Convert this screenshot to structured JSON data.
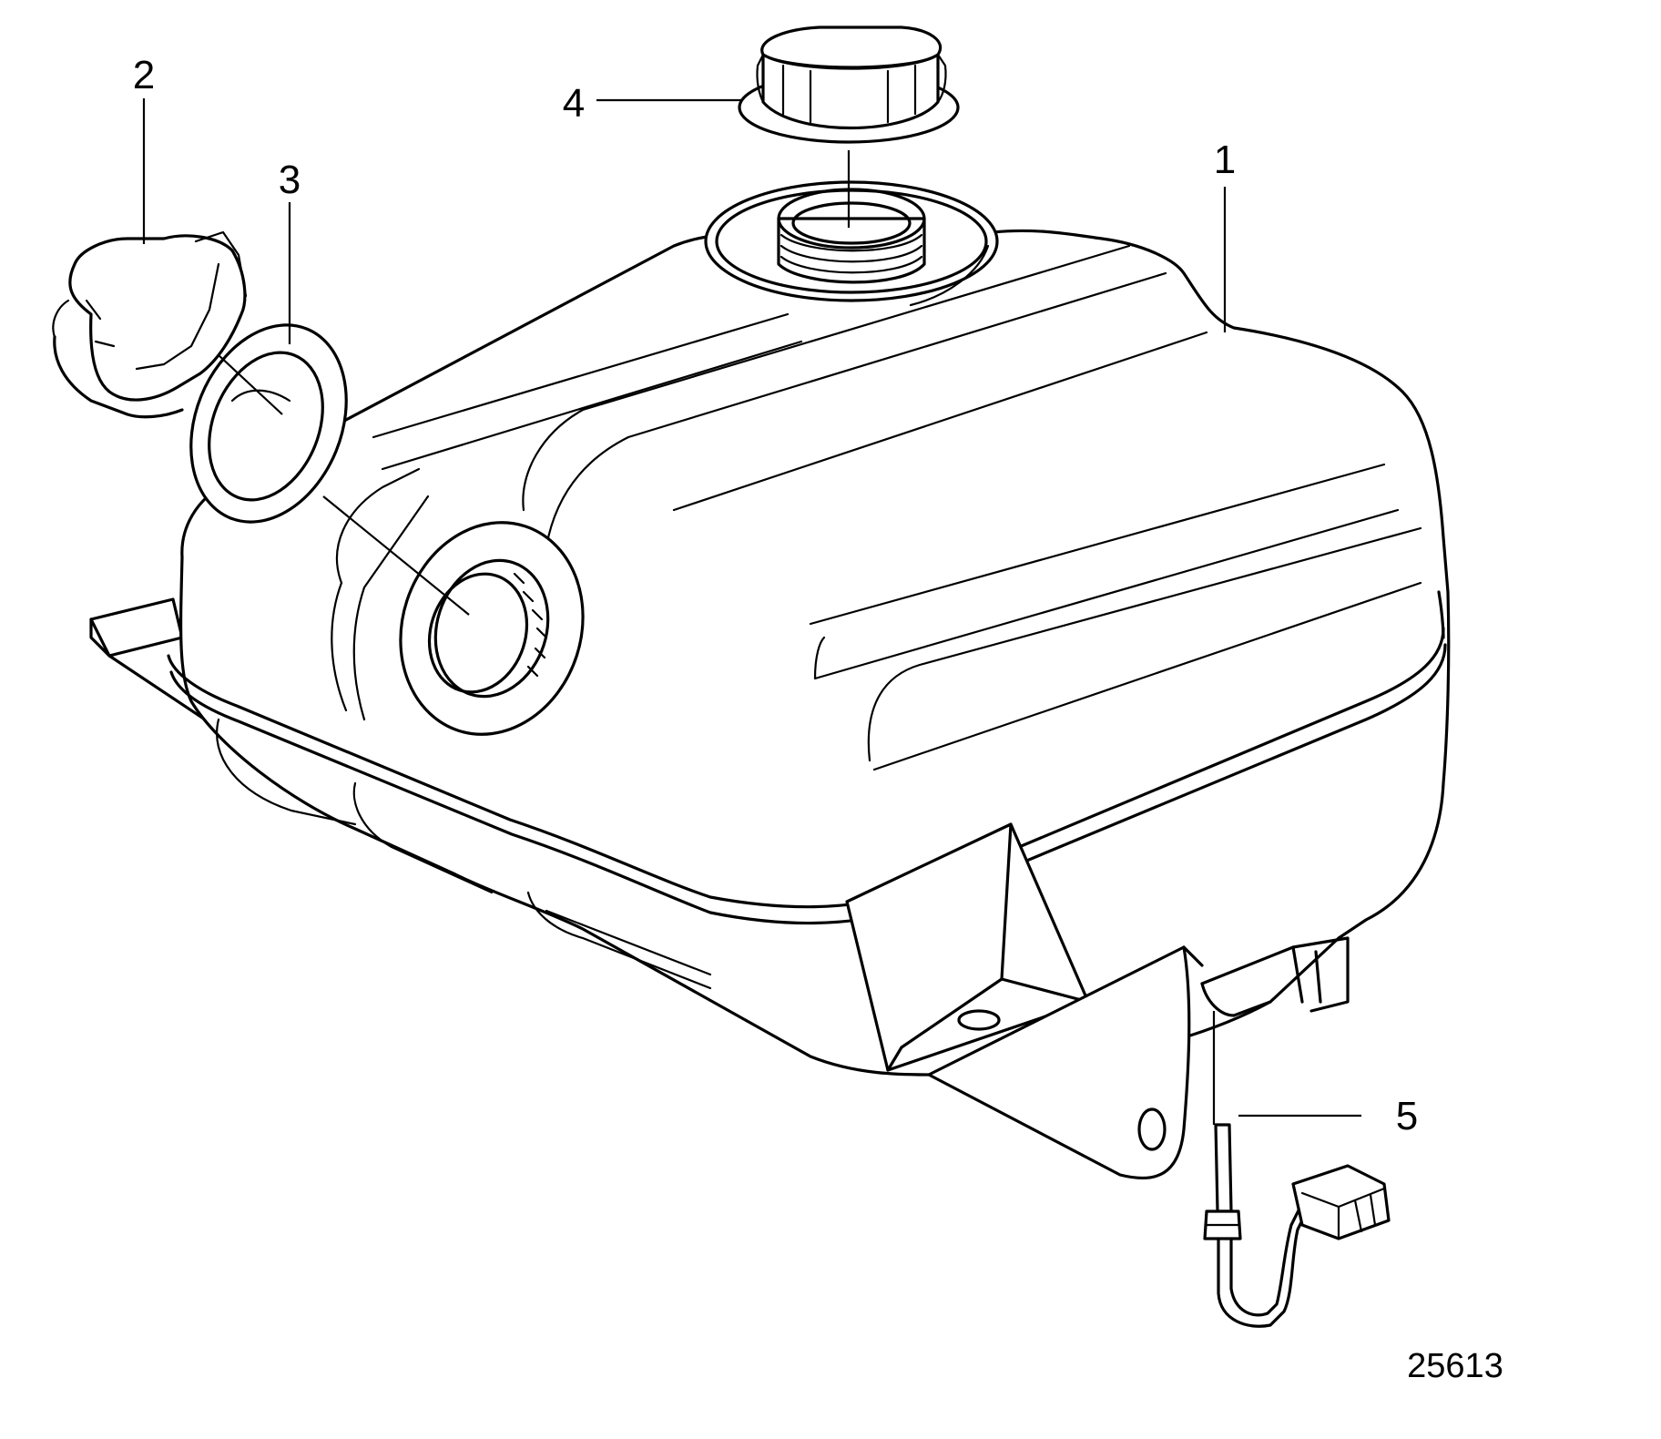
{
  "figure": {
    "callouts": [
      {
        "id": "1",
        "label": "1"
      },
      {
        "id": "2",
        "label": "2"
      },
      {
        "id": "3",
        "label": "3"
      },
      {
        "id": "4",
        "label": "4"
      },
      {
        "id": "5",
        "label": "5"
      }
    ],
    "figure_number": "25613"
  }
}
